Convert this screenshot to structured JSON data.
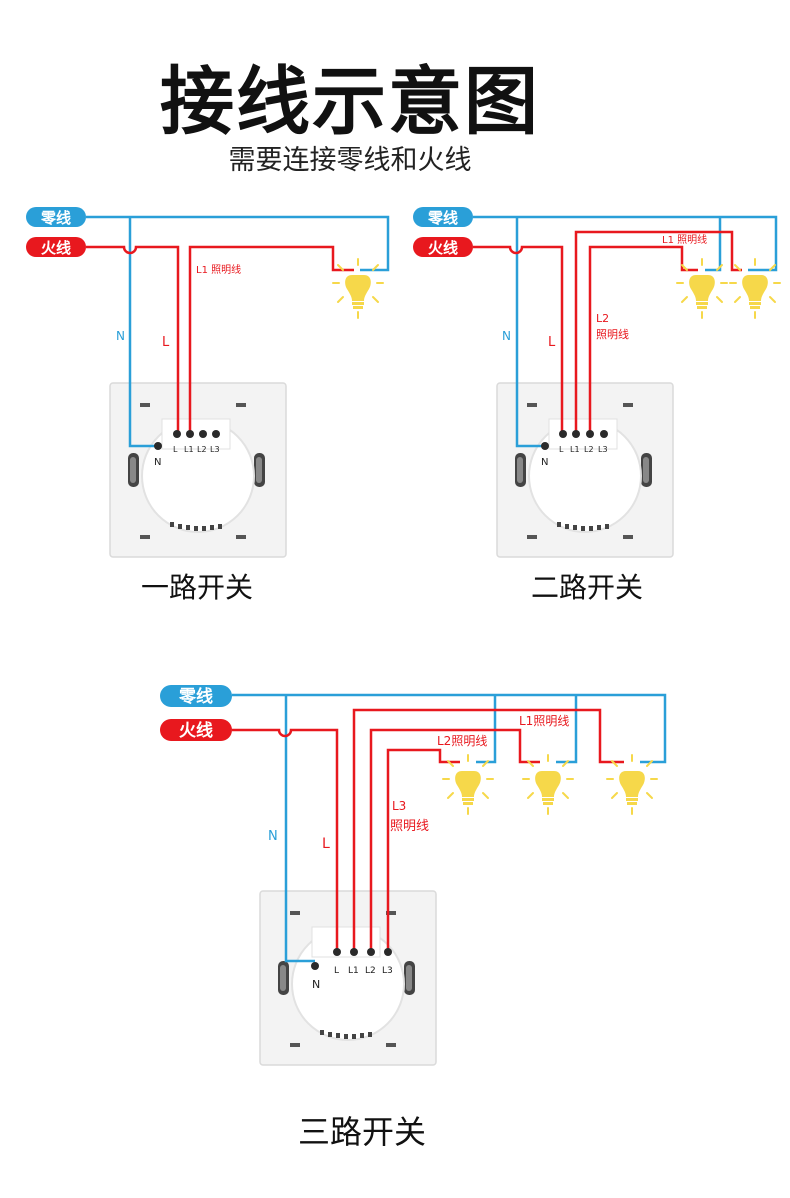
{
  "title": "接线示意图",
  "subtitle": "需要连接零线和火线",
  "labels": {
    "neutral_tag": "零线",
    "live_tag": "火线",
    "n": "N",
    "l": "L",
    "term_l": "L",
    "term_l1": "L1",
    "term_l2": "L2",
    "term_l3": "L3"
  },
  "diagram1": {
    "caption": "一路开关",
    "l1_label": "L1 照明线"
  },
  "diagram2": {
    "caption": "二路开关",
    "l1_label": "L1 照明线",
    "l2_label_line1": "L2",
    "l2_label_line2": "照明线"
  },
  "diagram3": {
    "caption": "三路开关",
    "l1_label": "L1照明线",
    "l2_label": "L2照明线",
    "l3_label_line1": "L3",
    "l3_label_line2": "照明线"
  },
  "colors": {
    "neutral": "#2a9fd8",
    "live": "#e8181e",
    "bulb": "#f6d84a",
    "panel": "#f2f2f2"
  }
}
